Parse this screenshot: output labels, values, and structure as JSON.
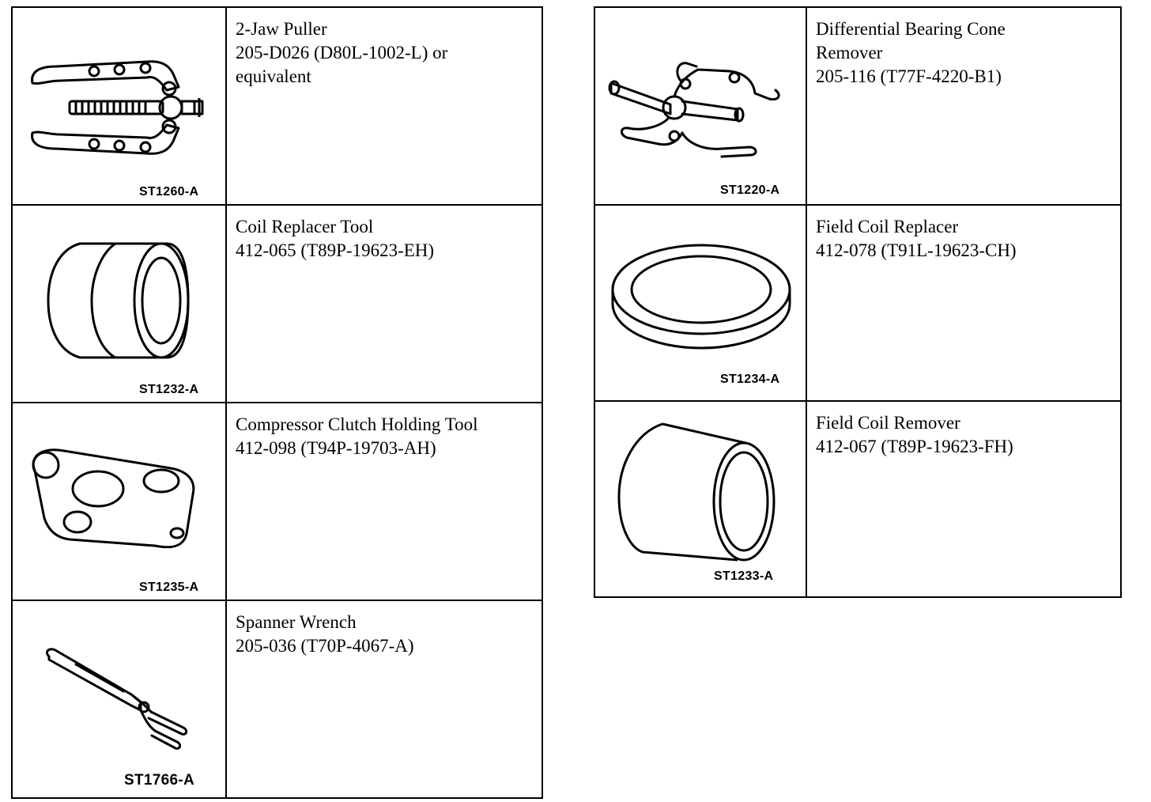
{
  "left_column": [
    {
      "code": "ST1260-A",
      "icon": "two-jaw-puller-icon",
      "lines": [
        "2-Jaw Puller",
        "205-D026 (D80L-1002-L) or",
        "equivalent"
      ]
    },
    {
      "code": "ST1232-A",
      "icon": "coil-replacer-tool-icon",
      "lines": [
        "Coil Replacer Tool",
        "412-065 (T89P-19623-EH)"
      ]
    },
    {
      "code": "ST1235-A",
      "icon": "clutch-holding-tool-icon",
      "lines": [
        "Compressor Clutch Holding Tool",
        "412-098 (T94P-19703-AH)"
      ]
    },
    {
      "code": "ST1766-A",
      "icon": "spanner-wrench-icon",
      "lines": [
        "Spanner Wrench",
        "205-036 (T70P-4067-A)"
      ]
    }
  ],
  "right_column": [
    {
      "code": "ST1220-A",
      "icon": "bearing-cone-remover-icon",
      "lines": [
        "Differential Bearing Cone",
        "Remover",
        "205-116 (T77F-4220-B1)"
      ]
    },
    {
      "code": "ST1234-A",
      "icon": "field-coil-replacer-ring-icon",
      "lines": [
        "Field Coil Replacer",
        "412-078 (T91L-19623-CH)"
      ]
    },
    {
      "code": "ST1233-A",
      "icon": "field-coil-remover-cylinder-icon",
      "lines": [
        "Field Coil Remover",
        "412-067 (T89P-19623-FH)"
      ]
    }
  ]
}
